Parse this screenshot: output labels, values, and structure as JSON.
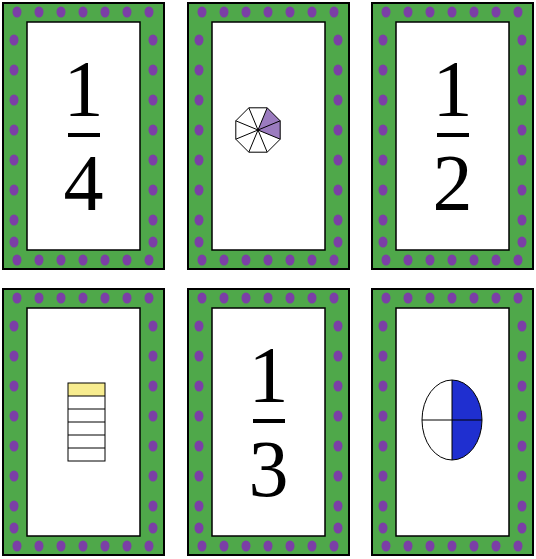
{
  "diagram": {
    "nodes": [
      {
        "text": [
          "1",
          "4"
        ]
      },
      {
        "text": [
          "1",
          "2"
        ]
      },
      {
        "text": [
          "1",
          "3"
        ]
      }
    ]
  }
}
